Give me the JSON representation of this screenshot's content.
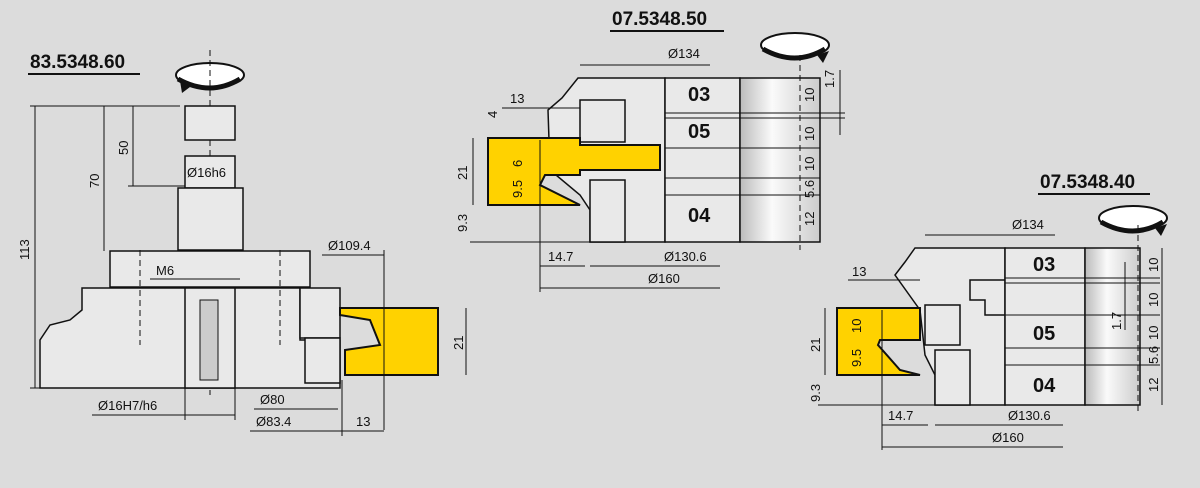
{
  "colors": {
    "background": "#dcdcdc",
    "workpiece": "#ffd200",
    "part": "#e9e9e9"
  },
  "left": {
    "title": "83.5348.60",
    "dims": {
      "d113": "113",
      "d70": "70",
      "d50": "50",
      "shaft": "Ø16h6",
      "m6": "M6",
      "d109": "Ø109.4",
      "d21": "21",
      "bore": "Ø16H7/h6",
      "d80": "Ø80",
      "d83": "Ø83.4",
      "d13": "13"
    }
  },
  "middle": {
    "title": "07.5348.50",
    "knives": [
      "03",
      "05",
      "04"
    ],
    "dims": {
      "d134": "Ø134",
      "d13": "13",
      "d4": "4",
      "d21": "21",
      "d6": "6",
      "d95": "9.5",
      "d93": "9.3",
      "d147": "14.7",
      "d1306": "Ø130.6",
      "d160": "Ø160",
      "r10a": "10",
      "r10b": "10",
      "r10c": "10",
      "r56": "5.6",
      "r12": "12",
      "d17": "1.7"
    }
  },
  "right": {
    "title": "07.5348.40",
    "knives": [
      "03",
      "05",
      "04"
    ],
    "dims": {
      "d134": "Ø134",
      "d13": "13",
      "d21": "21",
      "d10": "10",
      "d95": "9.5",
      "d93": "9.3",
      "d147": "14.7",
      "d1306": "Ø130.6",
      "d160": "Ø160",
      "r10a": "10",
      "r10b": "10",
      "r10c": "10",
      "r56": "5.6",
      "r12": "12",
      "d17": "1.7"
    }
  }
}
